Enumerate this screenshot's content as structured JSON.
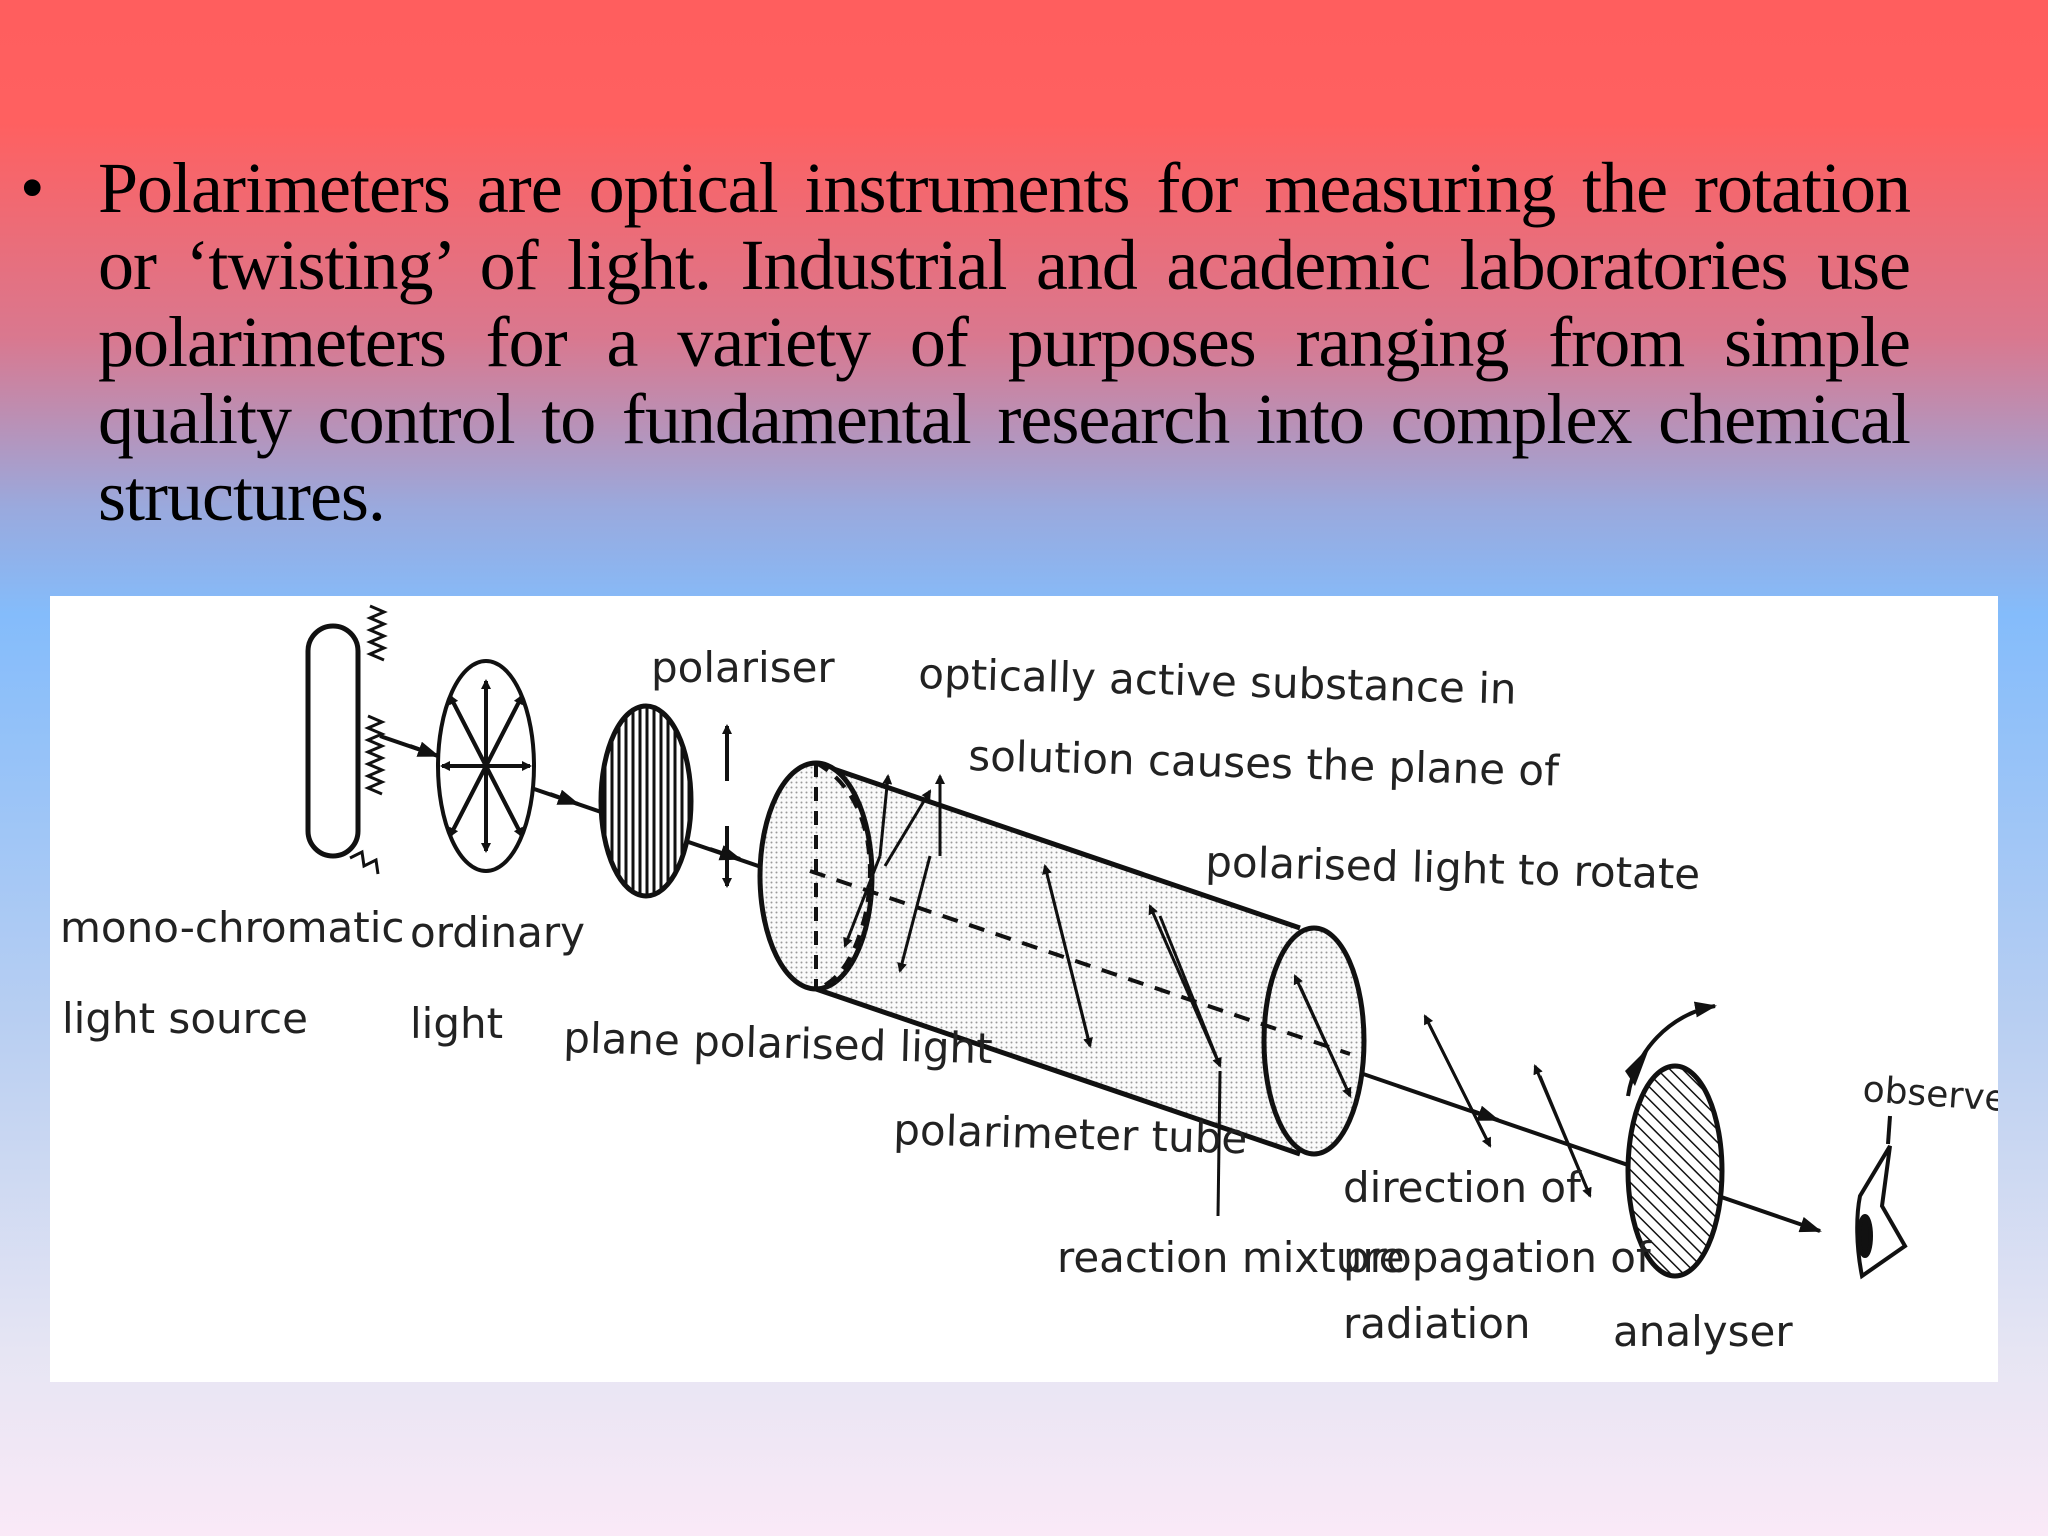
{
  "slide": {
    "bullet_symbol": "•",
    "bullet_text": "Polarimeters are optical instruments for measuring the rotation or ‘twisting’ of light. Industrial and academic laboratories use polarimeters for a variety of purposes ranging from simple quality control to fundamental research into complex chemical structures."
  },
  "diagram": {
    "labels": {
      "polariser": "polariser",
      "substance_line1": "optically active substance in",
      "substance_line2": "solution causes the plane of",
      "substance_line3": "polarised light to rotate",
      "source_line1": "mono-chromatic",
      "source_line2": "light source",
      "ordinary_line1": "ordinary",
      "ordinary_line2": "light",
      "plane_polarised": "plane polarised light",
      "tube": "polarimeter tube",
      "reaction": "reaction mixture",
      "direction_line1": "direction of",
      "direction_line2": "propagation of",
      "direction_line3": "radiation",
      "analyser": "analyser",
      "observer": "observer"
    }
  }
}
